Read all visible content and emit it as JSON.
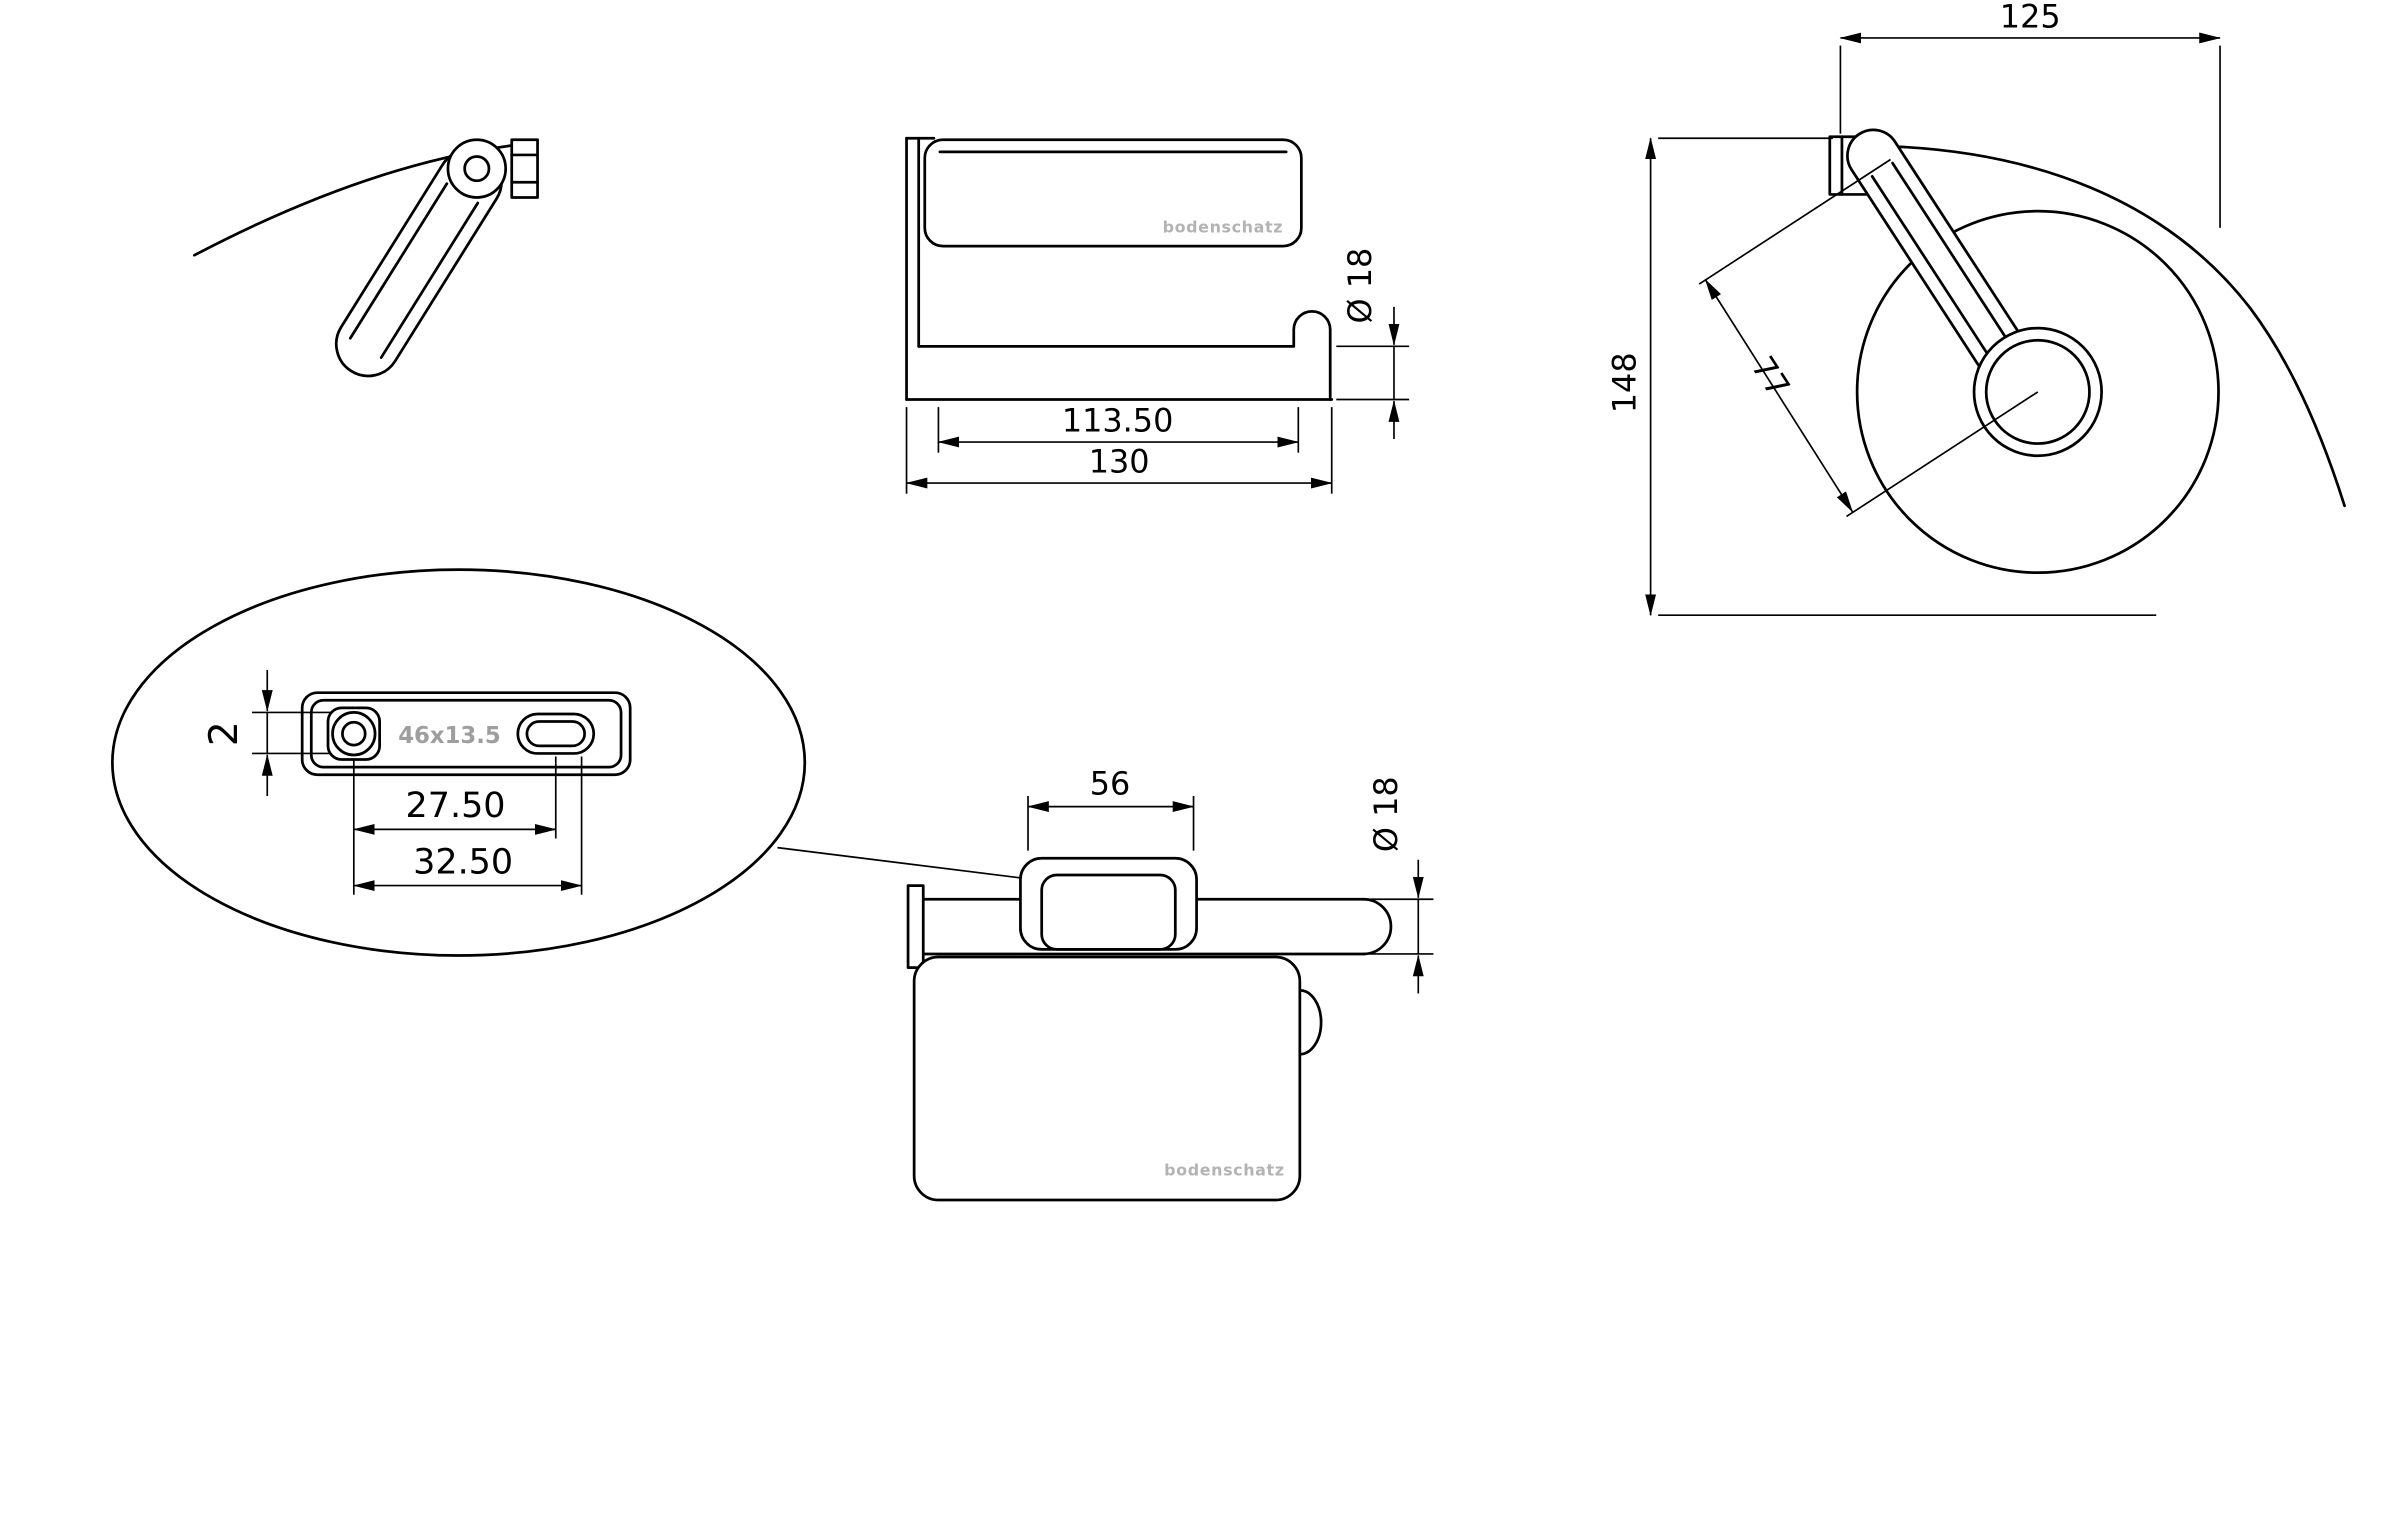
{
  "brand": "bodenschatz",
  "views": {
    "front": {
      "inner_width": "113.50",
      "overall_width": "130",
      "rod_diameter": "Ø 18"
    },
    "side": {
      "depth": "125",
      "height": "148",
      "arm_length": "77"
    },
    "plate_detail": {
      "thickness": "2",
      "hole_spacing": "27.50",
      "overall_spacing": "32.50",
      "slot_size": "46x13.5"
    },
    "top": {
      "block_width": "56",
      "rod_diameter": "Ø 18"
    }
  }
}
